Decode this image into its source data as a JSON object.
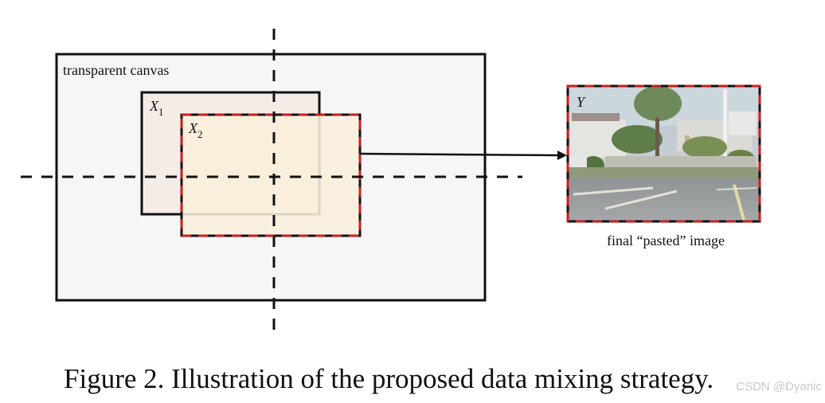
{
  "canvas_label": "transparent canvas",
  "x1_label": {
    "base": "X",
    "sub": "1"
  },
  "x2_label": {
    "base": "X",
    "sub": "2"
  },
  "y_label": "Y",
  "output_caption": "final “pasted” image",
  "figure_caption": "Figure 2. Illustration of the proposed data mixing strategy.",
  "watermark": "CSDN @Dyanic",
  "colors": {
    "canvas_fill": "#f6f6f6",
    "x1_fill": "#f6ece6",
    "x2_fill": "#fbefdc",
    "dash_red": "#c81e1e",
    "line": "#111111"
  }
}
